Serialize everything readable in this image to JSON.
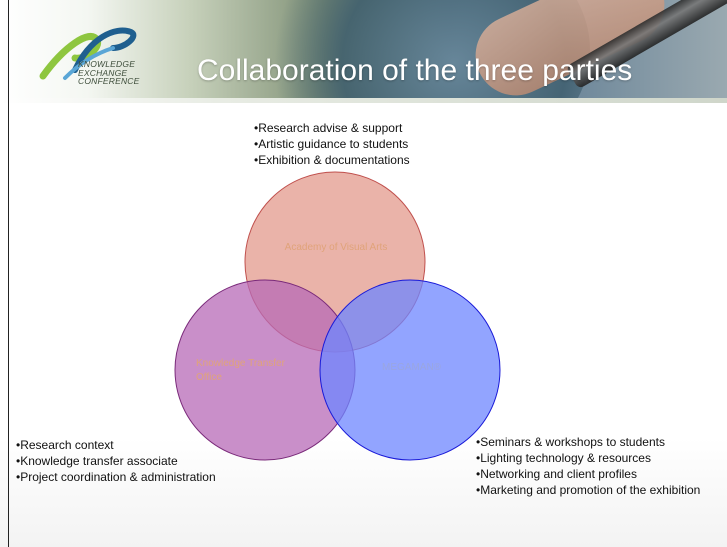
{
  "header": {
    "title": "Collaboration of the three parties",
    "logo": {
      "lines": [
        "KNOWLEDGE",
        "EXCHANGE",
        "CONFERENCE"
      ]
    }
  },
  "diagram": {
    "circles": [
      {
        "label": "Academy of Visual Arts",
        "color": "#e6a69a"
      },
      {
        "label": "Knowledge Transfer Office",
        "label_lines": [
          "Knowledge Transfer",
          "Office"
        ],
        "color": "#b76ab7"
      },
      {
        "label": "MEGAMAN®",
        "color": "#6d85ff"
      }
    ],
    "bullets_top": [
      "Research advise & support",
      "Artistic guidance to students",
      "Exhibition & documentations"
    ],
    "bullets_left": [
      "Research context",
      "Knowledge transfer associate",
      "Project coordination & administration"
    ],
    "bullets_right": [
      "Seminars & workshops to students",
      "Lighting technology & resources",
      "Networking and client profiles",
      "Marketing and promotion of the exhibition"
    ]
  },
  "colors": {
    "logo_green": "#4a8f2a",
    "logo_blue": "#1f5f8f",
    "title_color": "#ffffff"
  }
}
